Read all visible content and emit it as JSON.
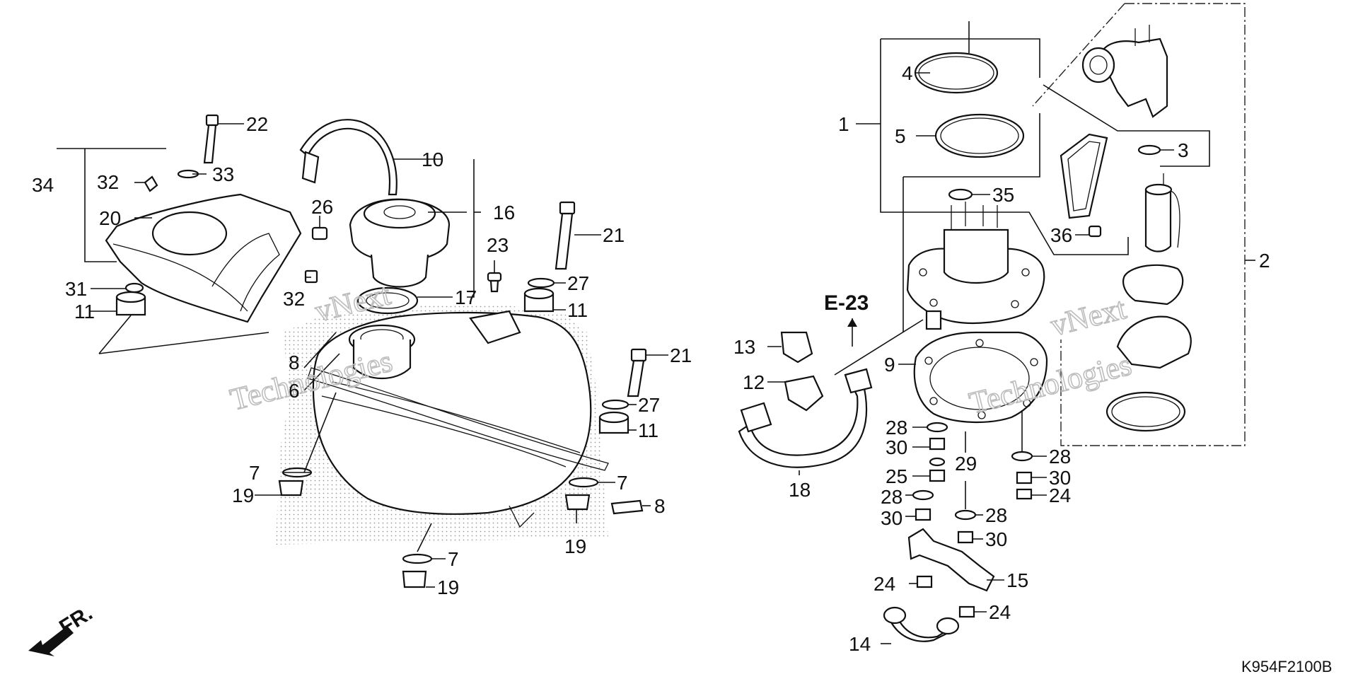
{
  "diagram": {
    "code": "K954F2100B",
    "ref": "E-23",
    "front_mark": "FR.",
    "watermarks": [
      "vNext",
      "Technologies",
      "vNext",
      "Technologies"
    ],
    "callouts": [
      {
        "n": "22"
      },
      {
        "n": "33"
      },
      {
        "n": "34"
      },
      {
        "n": "32"
      },
      {
        "n": "20"
      },
      {
        "n": "26"
      },
      {
        "n": "31"
      },
      {
        "n": "11"
      },
      {
        "n": "32"
      },
      {
        "n": "10"
      },
      {
        "n": "16"
      },
      {
        "n": "23"
      },
      {
        "n": "21"
      },
      {
        "n": "17"
      },
      {
        "n": "27"
      },
      {
        "n": "11"
      },
      {
        "n": "8"
      },
      {
        "n": "6"
      },
      {
        "n": "21"
      },
      {
        "n": "27"
      },
      {
        "n": "11"
      },
      {
        "n": "7"
      },
      {
        "n": "19"
      },
      {
        "n": "7"
      },
      {
        "n": "8"
      },
      {
        "n": "19"
      },
      {
        "n": "7"
      },
      {
        "n": "19"
      },
      {
        "n": "4"
      },
      {
        "n": "1"
      },
      {
        "n": "5"
      },
      {
        "n": "35"
      },
      {
        "n": "3"
      },
      {
        "n": "36"
      },
      {
        "n": "2"
      },
      {
        "n": "13"
      },
      {
        "n": "12"
      },
      {
        "n": "9"
      },
      {
        "n": "18"
      },
      {
        "n": "28"
      },
      {
        "n": "30"
      },
      {
        "n": "29"
      },
      {
        "n": "25"
      },
      {
        "n": "28"
      },
      {
        "n": "30"
      },
      {
        "n": "28"
      },
      {
        "n": "30"
      },
      {
        "n": "24"
      },
      {
        "n": "15"
      },
      {
        "n": "24"
      },
      {
        "n": "14"
      },
      {
        "n": "28"
      },
      {
        "n": "30"
      },
      {
        "n": "24"
      }
    ]
  }
}
